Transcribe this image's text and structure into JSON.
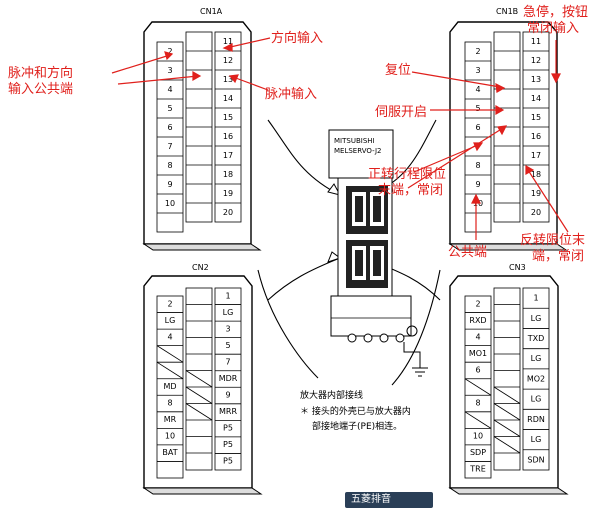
{
  "connectors": {
    "cn1a": {
      "title": "CN1A",
      "left_pins": [
        "2",
        "3",
        "4",
        "5",
        "6",
        "7",
        "8",
        "9",
        "10"
      ],
      "right_pins": [
        "11",
        "12",
        "13",
        "14",
        "15",
        "16",
        "17",
        "18",
        "19",
        "20"
      ]
    },
    "cn1b": {
      "title": "CN1B",
      "left_pins": [
        "2",
        "3",
        "4",
        "5",
        "6",
        "7",
        "8",
        "9",
        "10"
      ],
      "right_pins": [
        "11",
        "12",
        "13",
        "14",
        "15",
        "16",
        "17",
        "18",
        "19",
        "20"
      ]
    },
    "cn2": {
      "title": "CN2",
      "left": [
        "2",
        "LG",
        "4",
        "",
        "",
        "MD",
        "8",
        "MR",
        "10",
        "BAT"
      ],
      "right": [
        "1",
        "LG",
        "3",
        "5",
        "7",
        "MDR",
        "9",
        "MRR",
        "P5",
        "P5",
        "P5"
      ]
    },
    "cn3": {
      "title": "CN3",
      "left": [
        "2",
        "RXD",
        "4",
        "MO1",
        "6",
        "",
        "8",
        "",
        "10",
        "SDP",
        "TRE"
      ],
      "right": [
        "1",
        "LG",
        "TXD",
        "LG",
        "MO2",
        "LG",
        "RDN",
        "LG",
        "SDN"
      ]
    }
  },
  "amplifier": {
    "brand": "MITSUBISHI",
    "model": "MELSERVO-J2"
  },
  "labels": {
    "direction_input": "方向输入",
    "pulse_input": "脉冲输入",
    "pulse_direction_common_line1": "脉冲和方向",
    "pulse_direction_common_line2": "输入公共端",
    "estop_line1": "急停，按钮",
    "estop_line2": "常闭输入",
    "reset": "复位",
    "servo_on": "伺服开启",
    "fwd_limit_line1": "正转行程限位",
    "fwd_limit_line2": "末端，常闭",
    "common": "公共端",
    "rev_limit_line1": "反转限位末",
    "rev_limit_line2": "端，常闭"
  },
  "notes": {
    "line1": "放大器内部接线",
    "line2": "＊ 接头的外壳已与放大器内",
    "line3": "部接地端子(PE)相连。"
  },
  "badge": "五菱排音"
}
